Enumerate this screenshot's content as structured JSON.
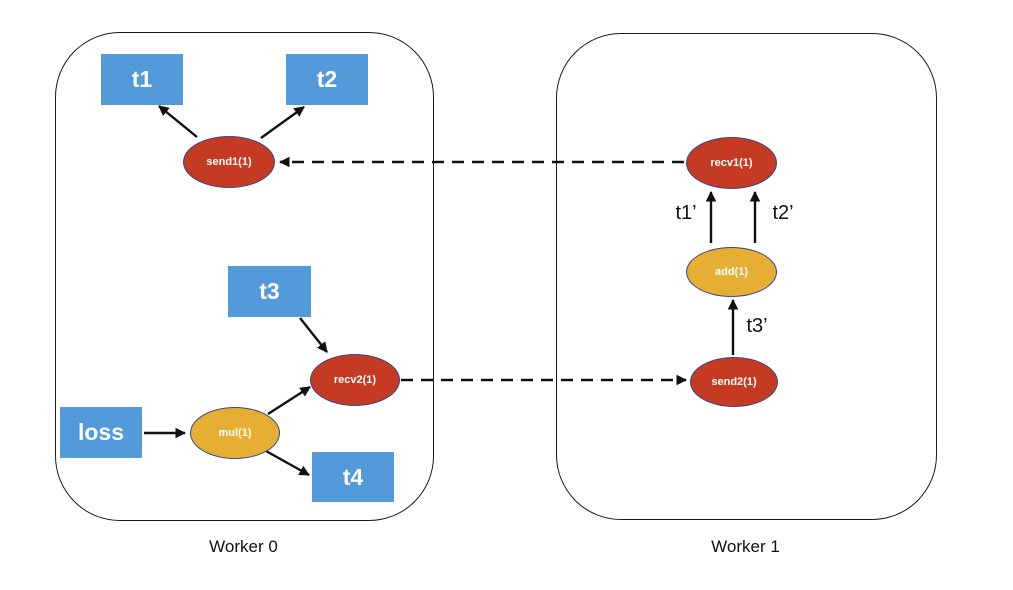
{
  "workers": [
    {
      "label": "Worker 0",
      "tensors": [
        {
          "label": "t1"
        },
        {
          "label": "t2"
        },
        {
          "label": "t3"
        },
        {
          "label": "loss"
        },
        {
          "label": "t4"
        }
      ],
      "ops": [
        {
          "label": "send1(1)",
          "kind": "send"
        },
        {
          "label": "recv2(1)",
          "kind": "recv"
        },
        {
          "label": "mul(1)",
          "kind": "compute"
        }
      ]
    },
    {
      "label": "Worker 1",
      "tensors": [],
      "ops": [
        {
          "label": "recv1(1)",
          "kind": "recv"
        },
        {
          "label": "add(1)",
          "kind": "compute"
        },
        {
          "label": "send2(1)",
          "kind": "send"
        }
      ]
    }
  ],
  "edge_labels": [
    {
      "label": "t1’"
    },
    {
      "label": "t2’"
    },
    {
      "label": "t3’"
    }
  ],
  "colors": {
    "tensor_fill": "#539ADA",
    "send_recv_fill": "#C53A22",
    "compute_fill": "#E6AE33",
    "ellipse_stroke": "#3F458A",
    "arrow": "#111111"
  }
}
